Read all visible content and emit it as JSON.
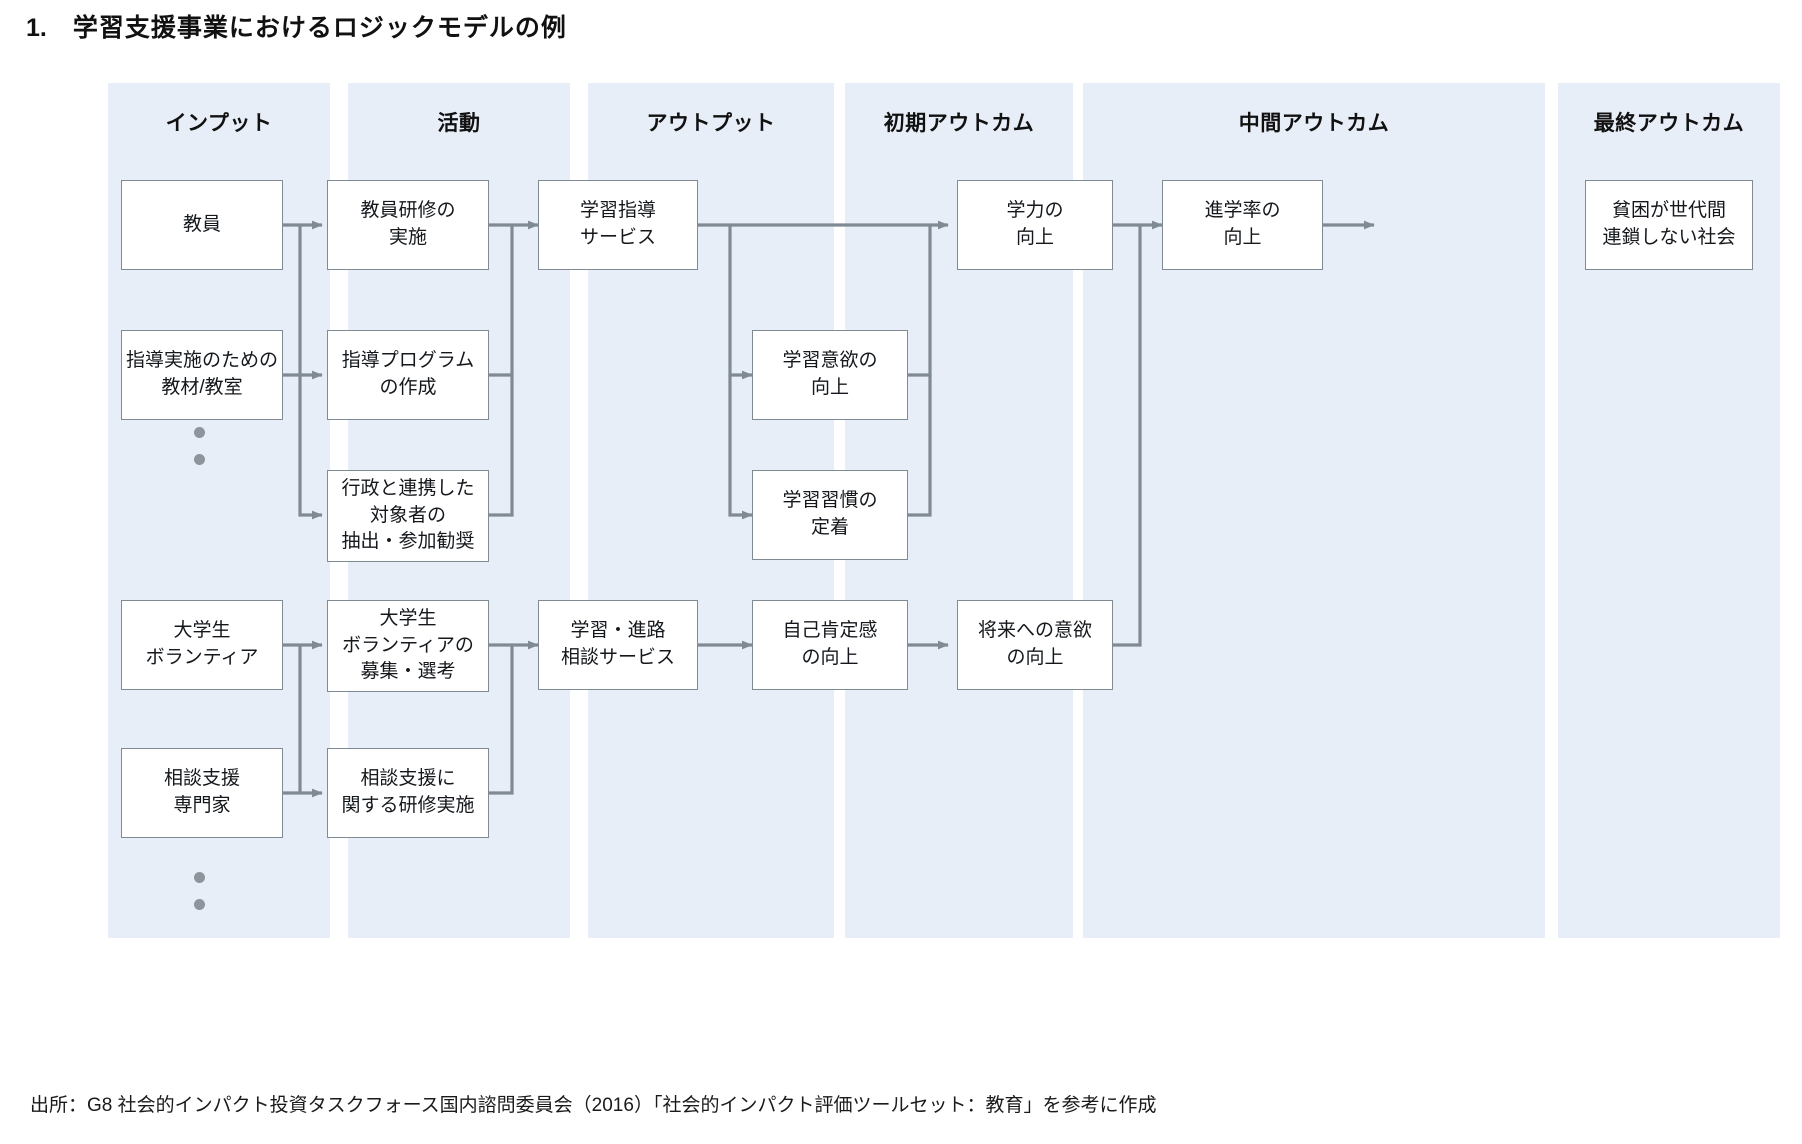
{
  "title": {
    "number": "1.",
    "text": "学習支援事業におけるロジックモデルの例"
  },
  "columns": [
    {
      "id": "input",
      "label": "インプット"
    },
    {
      "id": "activity",
      "label": "活動"
    },
    {
      "id": "output",
      "label": "アウトプット"
    },
    {
      "id": "initial",
      "label": "初期アウトカム"
    },
    {
      "id": "intermediate",
      "label": "中間アウトカム"
    },
    {
      "id": "final",
      "label": "最終アウトカム"
    }
  ],
  "nodes": {
    "input_teacher": "教員",
    "input_materials": "指導実施のための\n教材/教室",
    "input_volunteer": "大学生\nボランティア",
    "input_specialist": "相談支援\n専門家",
    "act_training": "教員研修の\n実施",
    "act_program": "指導プログラム\nの作成",
    "act_recruit": "行政と連携した\n対象者の\n抽出・参加勧奨",
    "act_volunteer": "大学生\nボランティアの\n募集・選考",
    "act_consult": "相談支援に\n関する研修実施",
    "out_learning": "学習指導\nサービス",
    "out_counsel": "学習・進路\n相談サービス",
    "ini_motivation": "学習意欲の\n向上",
    "ini_habit": "学習習慣の\n定着",
    "ini_selfesteem": "自己肯定感\nの向上",
    "mid_academic": "学力の\n向上",
    "mid_advance": "進学率の\n向上",
    "mid_future": "将来への意欲\nの向上",
    "fin_poverty": "貧困が世代間\n連鎖しない社会"
  },
  "source": "出所：G8 社会的インパクト投資タスクフォース国内諮問委員会（2016）「社会的インパクト評価ツールセット：教育」を参考に作成",
  "colors": {
    "band": "#e8eef8",
    "node_border": "#808a93",
    "node_fill": "#ffffff",
    "connector": "#808a93",
    "text": "#14181c",
    "dot": "#8d949b"
  }
}
